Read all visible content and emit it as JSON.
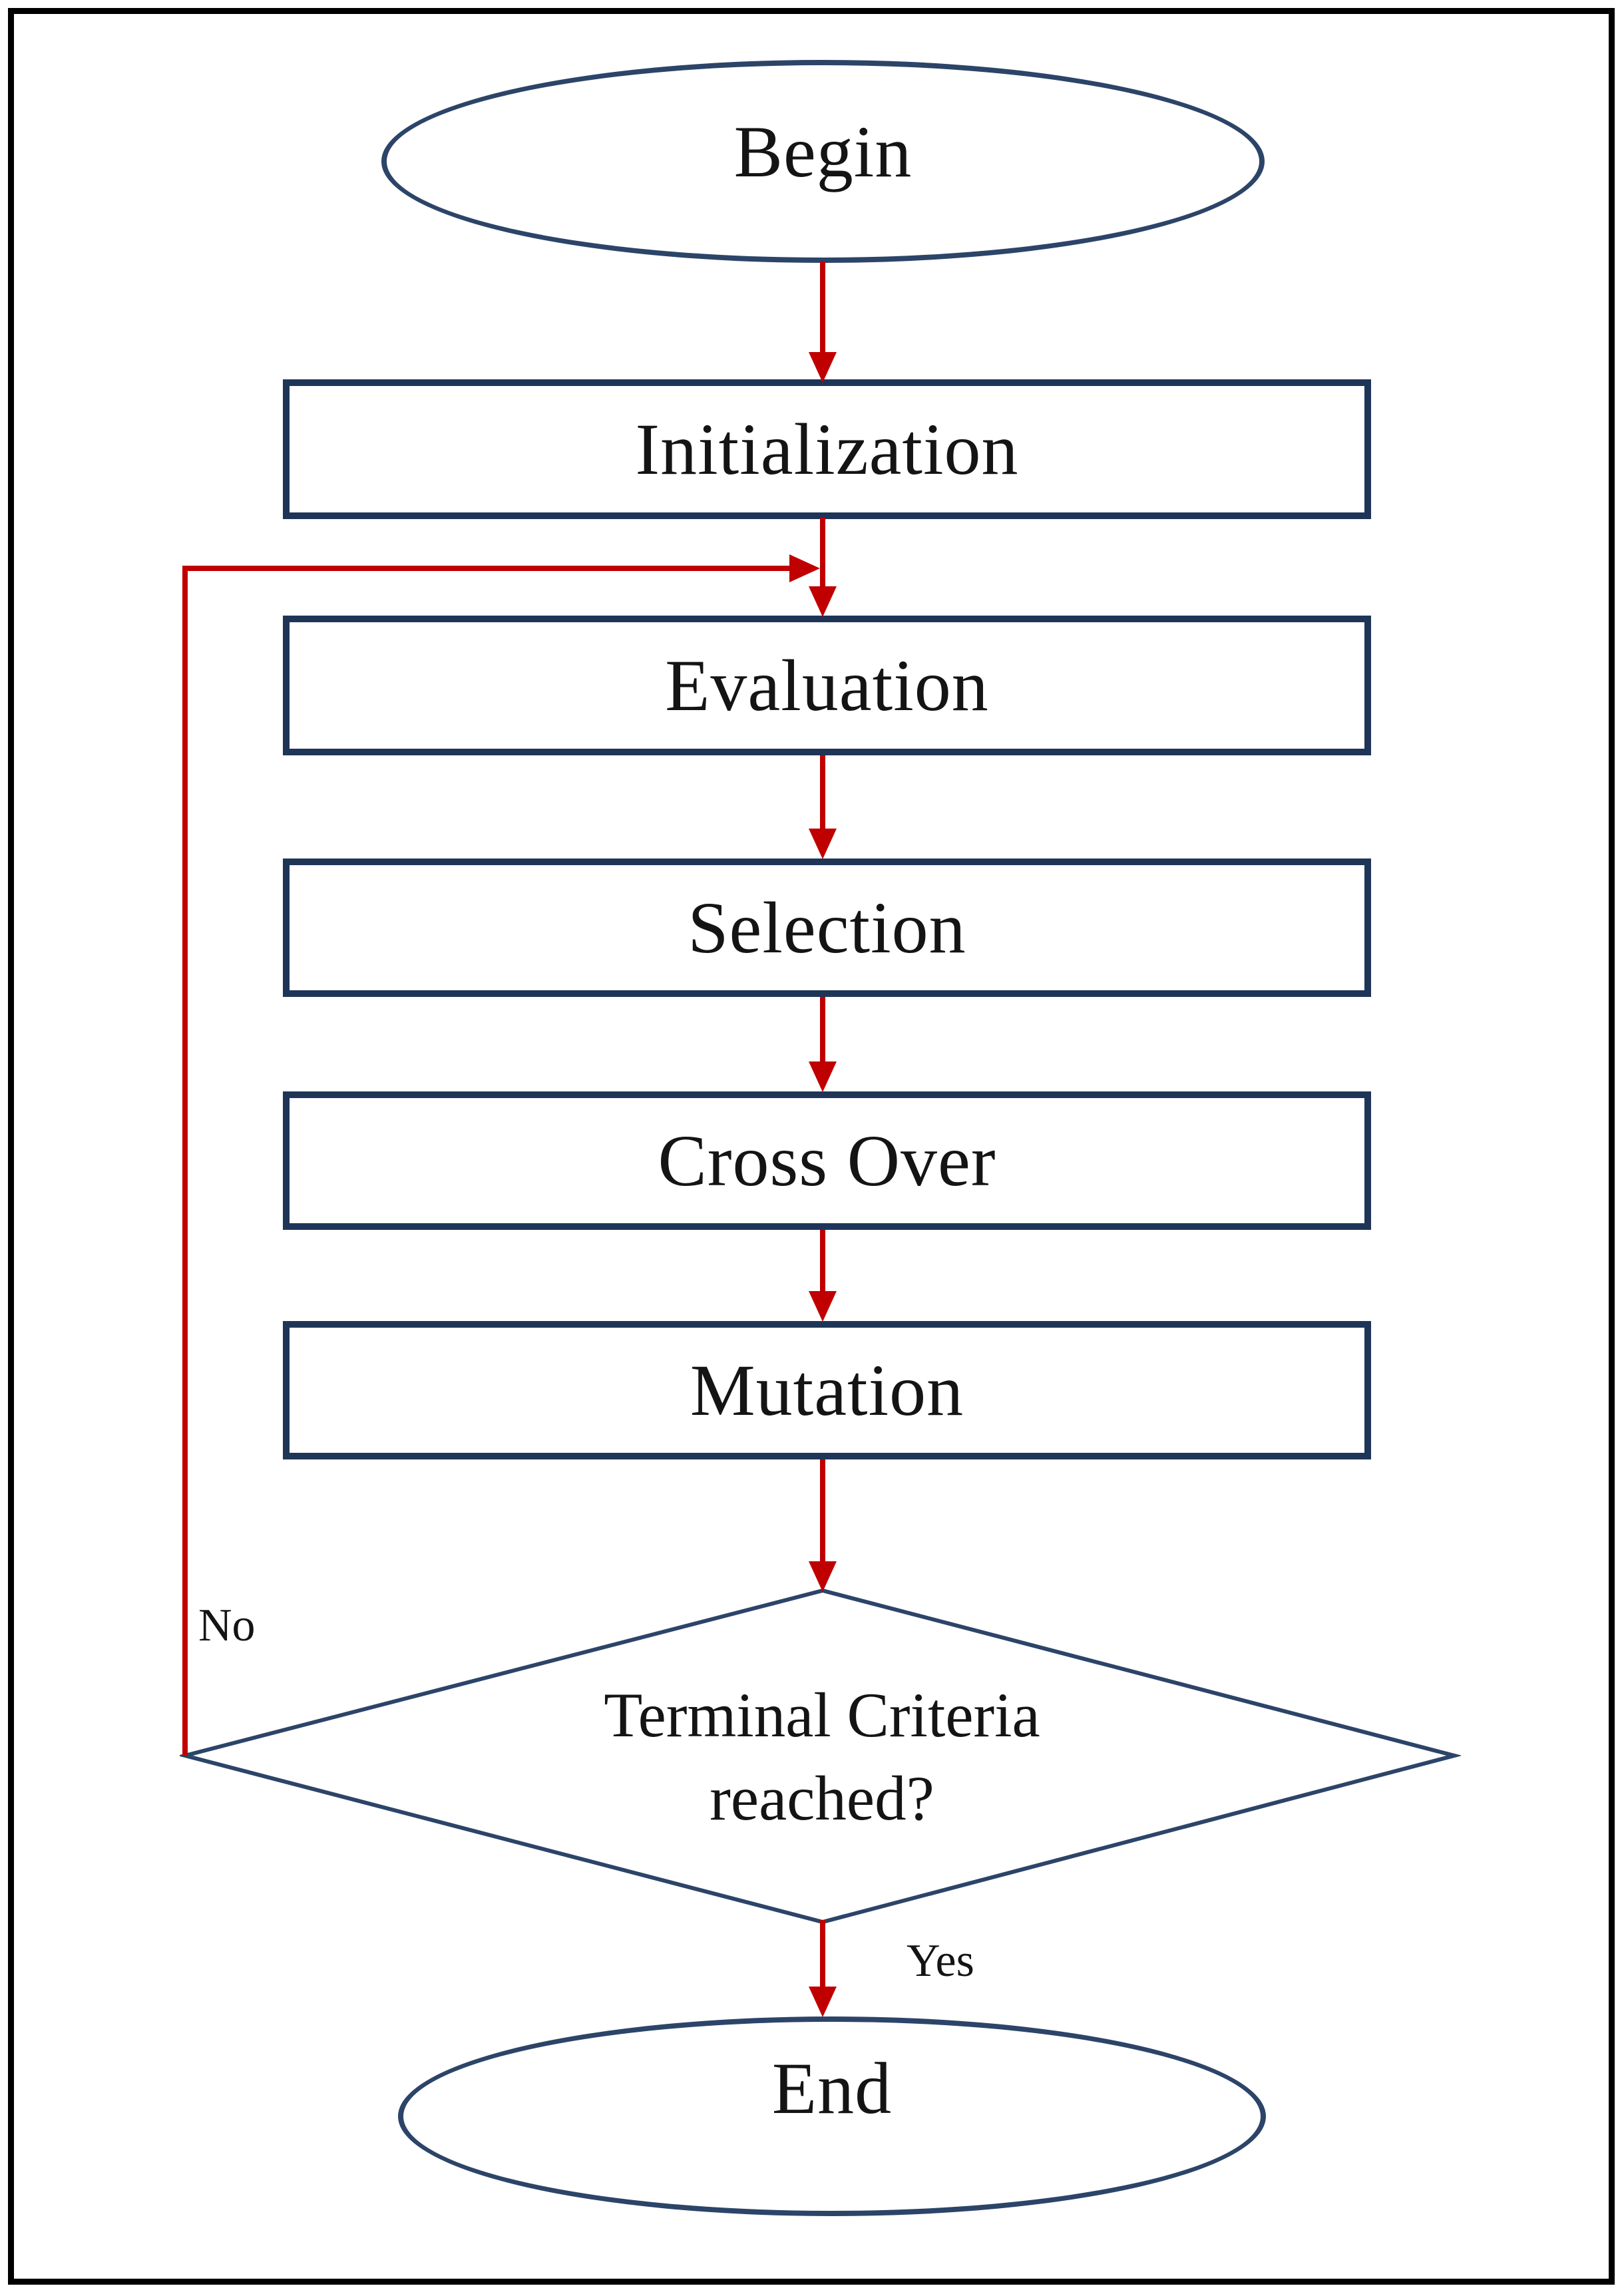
{
  "nodes": {
    "begin": {
      "label": "Begin"
    },
    "initialization": {
      "label": "Initialization"
    },
    "evaluation": {
      "label": "Evaluation"
    },
    "selection": {
      "label": "Selection"
    },
    "crossover": {
      "label": "Cross Over"
    },
    "mutation": {
      "label": "Mutation"
    },
    "decision": {
      "line1": "Terminal Criteria",
      "line2": "reached?"
    },
    "end": {
      "label": "End"
    }
  },
  "edges": {
    "no_label": "No",
    "yes_label": "Yes"
  },
  "colors": {
    "box_stroke": "#1f3558",
    "ellipse_stroke": "#2c4468",
    "arrow": "#c00000",
    "frame": "#000000",
    "text": "#141414",
    "background": "#ffffff"
  }
}
